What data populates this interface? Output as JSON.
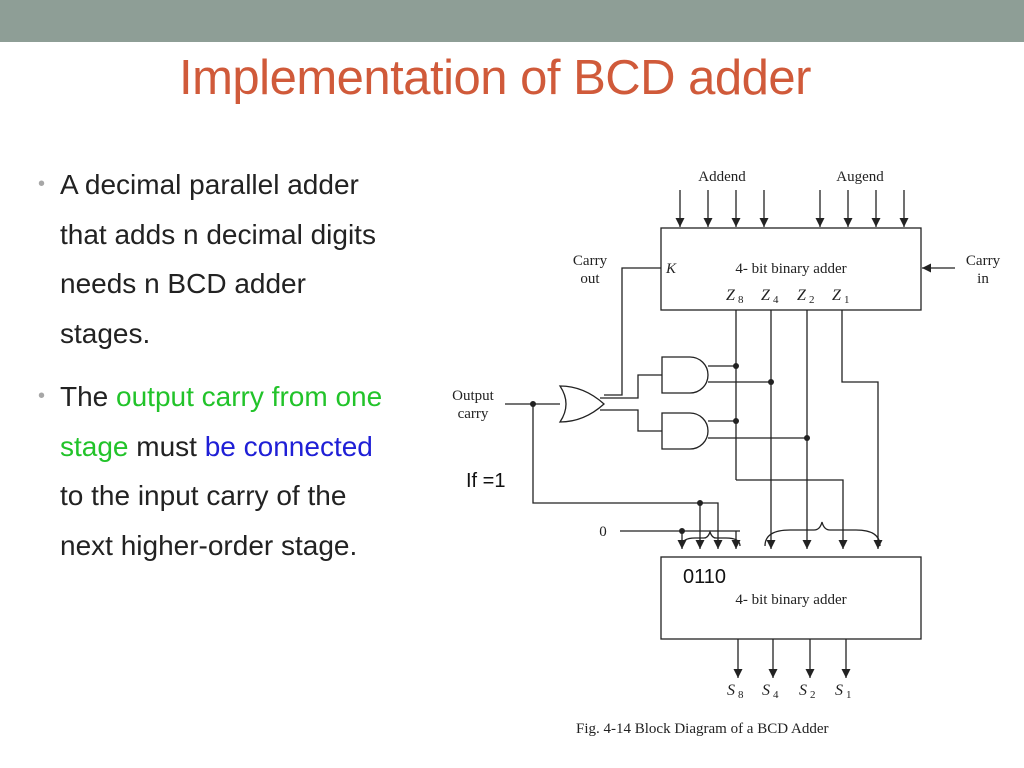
{
  "slide": {
    "title": "Implementation of BCD adder",
    "bullets": [
      {
        "plain": "A decimal parallel adder that adds n decimal digits needs n BCD adder stages."
      },
      {
        "parts": [
          {
            "text": "The ",
            "style": "normal"
          },
          {
            "text": "output carry from one stage",
            "style": "green"
          },
          {
            "text": " must ",
            "style": "normal"
          },
          {
            "text": "be connected",
            "style": "blue"
          },
          {
            "text": " to the input carry of the next higher-order stage.",
            "style": "normal"
          }
        ]
      }
    ]
  },
  "diagram": {
    "addend": "Addend",
    "augend": "Augend",
    "carry_out_1": "Carry",
    "carry_out_2": "out",
    "carry_in_1": "Carry",
    "carry_in_2": "in",
    "k": "K",
    "top_adder": "4- bit binary adder",
    "z_labels": [
      "Z",
      "Z",
      "Z",
      "Z"
    ],
    "z_subs": [
      "8",
      "4",
      "2",
      "1"
    ],
    "output_carry_1": "Output",
    "output_carry_2": "carry",
    "if_note": "If =1",
    "zero": "0",
    "bottom_adder": "4- bit binary adder",
    "code_overlay": "0110",
    "s_labels": [
      "S",
      "S",
      "S",
      "S"
    ],
    "s_subs": [
      "8",
      "4",
      "2",
      "1"
    ],
    "caption": "Fig. 4-14  Block Diagram of a BCD Adder"
  },
  "colors": {
    "title": "#d05a3a",
    "topbar": "#8e9e96",
    "green": "#22c32a",
    "blue": "#1f1fd6"
  }
}
